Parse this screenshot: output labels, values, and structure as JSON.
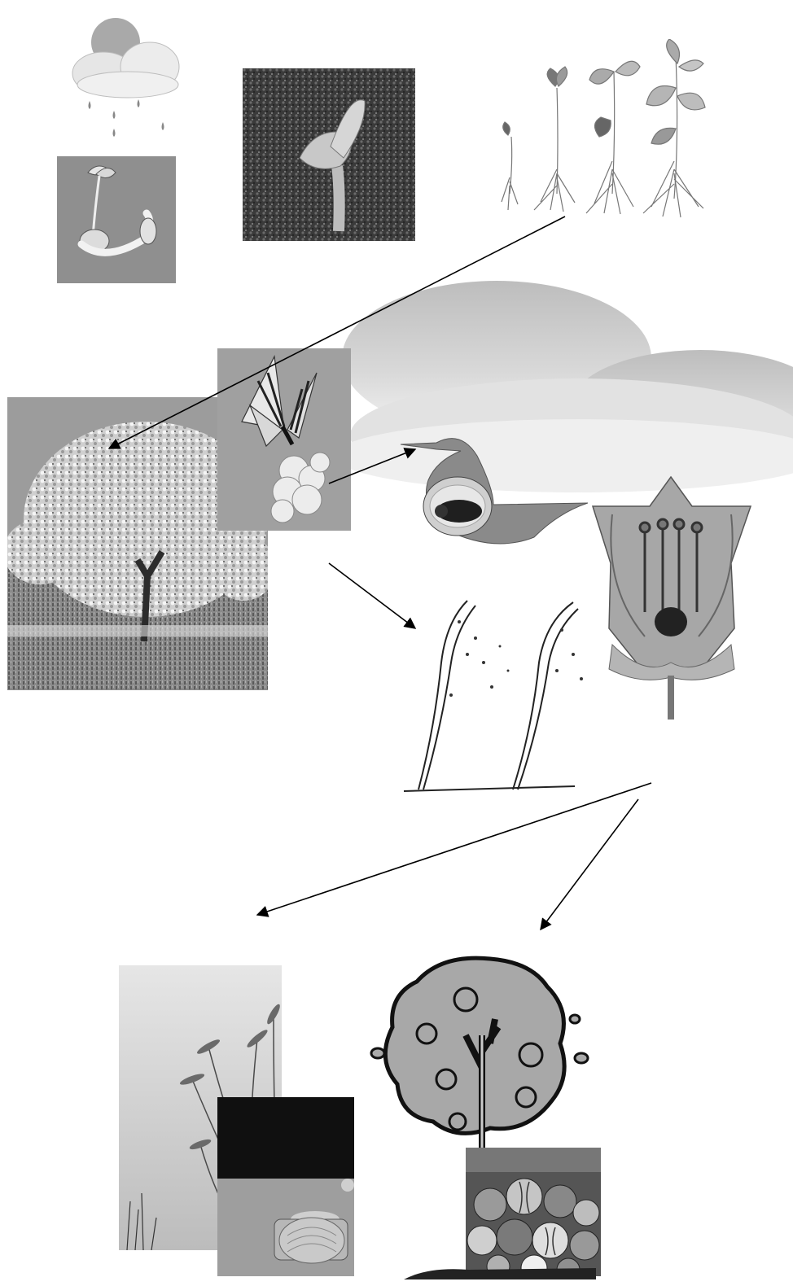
{
  "diagram": {
    "subject": "plant-life-cycle",
    "background_color": "#ffffff",
    "arrow_color": "#000000",
    "panels": [
      {
        "id": "rain-cloud",
        "icon": "rain-cloud-icon"
      },
      {
        "id": "germinating-seed",
        "icon": "germinating-seed-icon"
      },
      {
        "id": "sprout-in-soil",
        "icon": "sprout-in-soil-icon"
      },
      {
        "id": "seedling-growth-stages",
        "icon": "seedling-stages-icon"
      },
      {
        "id": "background-clouds",
        "icon": "cloud-icon"
      },
      {
        "id": "blossoming-tree",
        "icon": "blossoming-tree-icon"
      },
      {
        "id": "butterfly-on-flower",
        "icon": "butterfly-icon"
      },
      {
        "id": "bee-in-flower",
        "icon": "bee-flower-icon"
      },
      {
        "id": "flower-cross-section",
        "icon": "flower-anatomy-icon"
      },
      {
        "id": "wind-blown-trees",
        "icon": "wind-trees-icon"
      },
      {
        "id": "wheat-field",
        "icon": "wheat-icon"
      },
      {
        "id": "hay-bale",
        "icon": "hay-bale-icon"
      },
      {
        "id": "fruit-tree",
        "icon": "fruit-tree-icon"
      },
      {
        "id": "harvest-produce",
        "icon": "produce-icon"
      }
    ],
    "arrows": [
      {
        "id": "seedlings-to-tree",
        "from": "seedling-growth-stages",
        "to": "blossoming-tree"
      },
      {
        "id": "butterfly-to-bee-flower",
        "from": "butterfly-on-flower",
        "to": "bee-in-flower"
      },
      {
        "id": "to-wind-trees",
        "from": "blossoming-tree",
        "to": "wind-blown-trees"
      },
      {
        "id": "to-wheat-field",
        "from": "flower-cross-section",
        "to": "wheat-field"
      },
      {
        "id": "to-fruit-tree",
        "from": "flower-cross-section",
        "to": "fruit-tree"
      }
    ]
  }
}
